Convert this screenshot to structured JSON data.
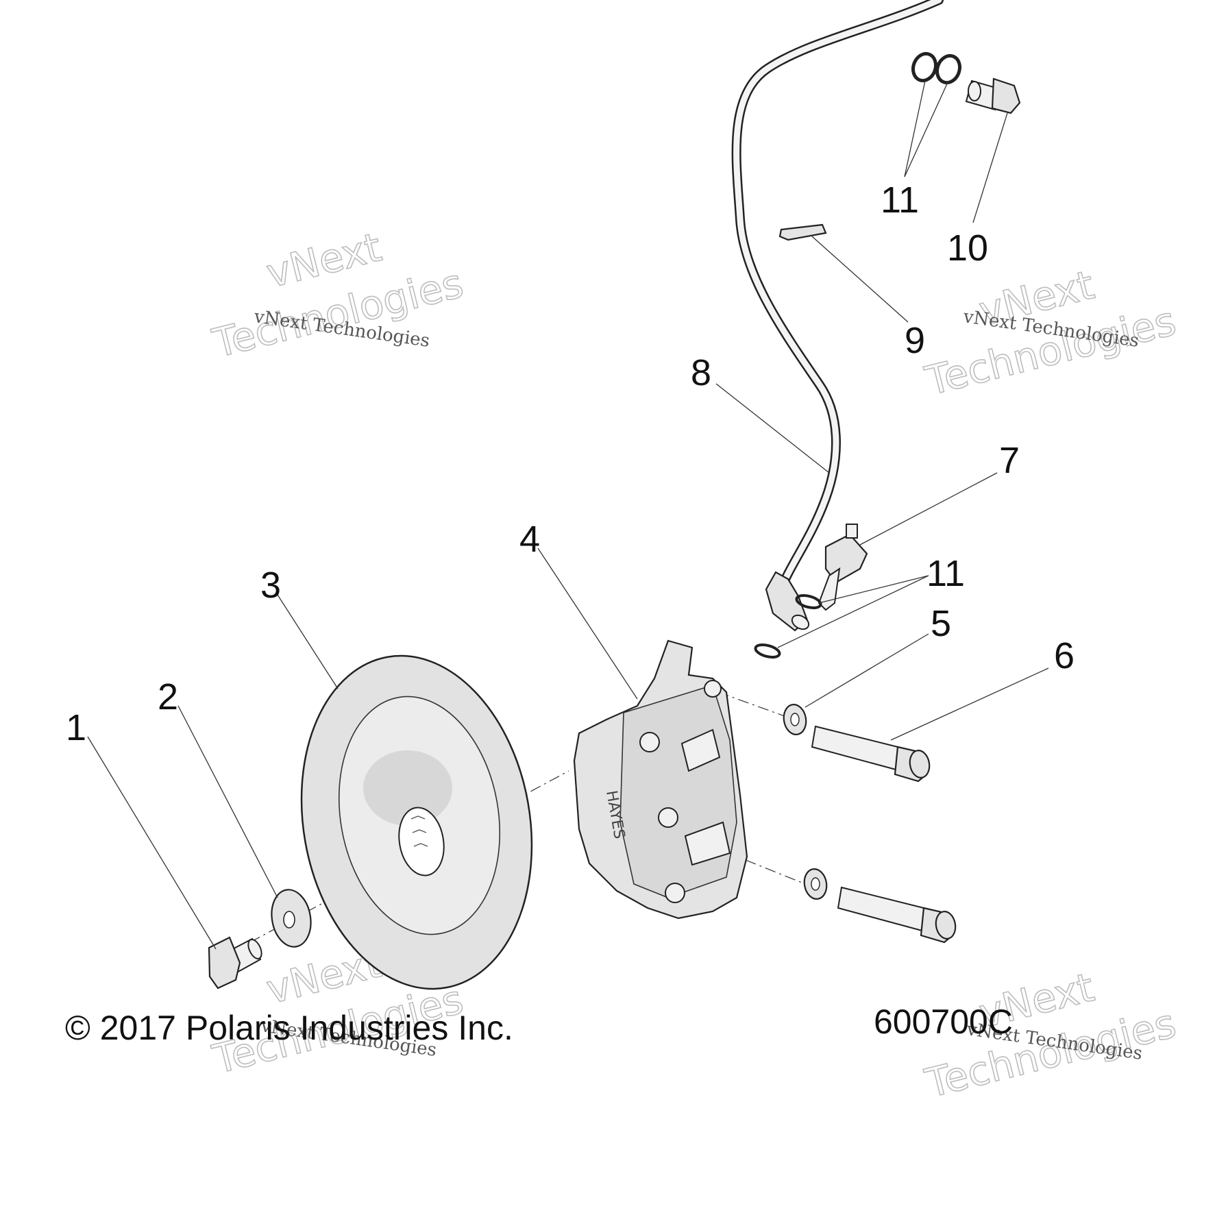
{
  "callouts": [
    {
      "id": "1",
      "label": "1"
    },
    {
      "id": "2",
      "label": "2"
    },
    {
      "id": "3",
      "label": "3"
    },
    {
      "id": "4",
      "label": "4"
    },
    {
      "id": "5",
      "label": "5"
    },
    {
      "id": "6",
      "label": "6"
    },
    {
      "id": "7",
      "label": "7"
    },
    {
      "id": "8",
      "label": "8"
    },
    {
      "id": "9",
      "label": "9"
    },
    {
      "id": "10",
      "label": "10"
    },
    {
      "id": "11a",
      "label": "11"
    },
    {
      "id": "11b",
      "label": "11"
    }
  ],
  "footer": {
    "copyright": "© 2017 Polaris Industries Inc.",
    "figure_code": "600700C"
  },
  "watermark": {
    "small": "vNext Technologies",
    "big_line1": "vNext",
    "big_line2": "Technologies"
  }
}
